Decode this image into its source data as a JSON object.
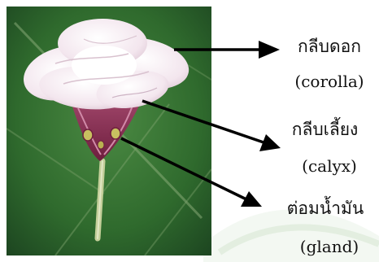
{
  "labels": [
    {
      "thai": "กลีบดอก",
      "latin": "(corolla)"
    },
    {
      "thai": "กลีบเลี้ยง",
      "latin": "(calyx)"
    },
    {
      "thai": "ต่อมน้ำมัน",
      "latin": "(gland)"
    }
  ],
  "colors": {
    "arrow": "#000000",
    "leaf_dark": "#1f4a22",
    "leaf_mid": "#3b7a36",
    "petal": "#f6eef2",
    "calyx": "#8a2a4e",
    "gland": "#c8c060",
    "watermark": "#e3eee0"
  }
}
